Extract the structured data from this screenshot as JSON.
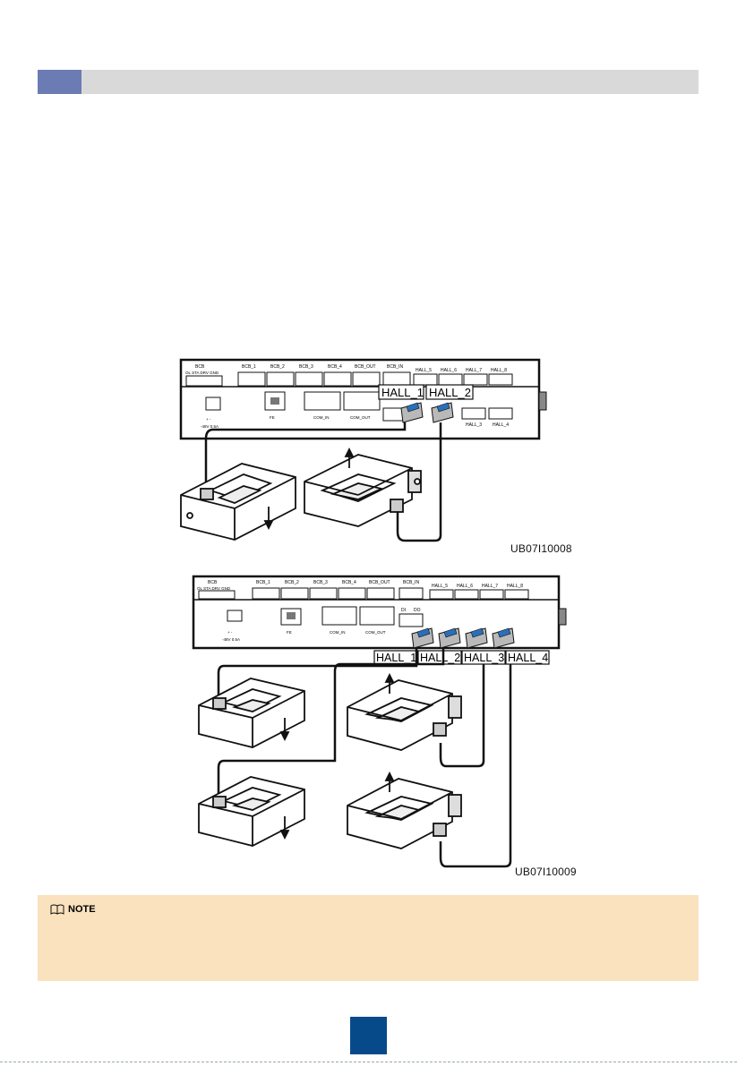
{
  "figure1": {
    "id": "UB07I10008",
    "device_labels": {
      "bcb": "BCB",
      "bcb_sub": "OL STA DRV GND",
      "bcb_1": "BCB_1",
      "bcb_2": "BCB_2",
      "bcb_3": "BCB_3",
      "bcb_4": "BCB_4",
      "bcb_out": "BCB_OUT",
      "bcb_in": "BCB_IN",
      "hall_5": "HALL_5",
      "hall_6": "HALL_6",
      "hall_7": "HALL_7",
      "hall_8": "HALL_8",
      "hall_3": "HALL_3",
      "hall_4": "HALL_4",
      "power": "-48V 0.5A",
      "power_pm": "+ -",
      "fe": "FE",
      "com_in": "COM_IN",
      "com_out": "COM_OUT"
    },
    "callouts": [
      "HALL_1",
      "HALL_2"
    ]
  },
  "figure2": {
    "id": "UB07I10009",
    "device_labels": {
      "bcb": "BCB",
      "bcb_sub": "OL STA DRV GND",
      "bcb_1": "BCB_1",
      "bcb_2": "BCB_2",
      "bcb_3": "BCB_3",
      "bcb_4": "BCB_4",
      "bcb_out": "BCB_OUT",
      "bcb_in": "BCB_IN",
      "hall_5": "HALL_5",
      "hall_6": "HALL_6",
      "hall_7": "HALL_7",
      "hall_8": "HALL_8",
      "di": "DI",
      "do": "DO",
      "power": "-48V 0.5A",
      "power_pm": "+ -",
      "fe": "FE",
      "com_in": "COM_IN",
      "com_out": "COM_OUT"
    },
    "callouts": [
      "HALL_1",
      "HALL_2",
      "HALL_3",
      "HALL_4"
    ]
  },
  "note": {
    "label": "NOTE"
  },
  "colors": {
    "section_bar": "#d9d9d9",
    "section_block": "#6b7bb4",
    "note_bg": "#f9e2bd",
    "page_badge": "#064a8a",
    "connector_blue": "#2a6fb8"
  }
}
